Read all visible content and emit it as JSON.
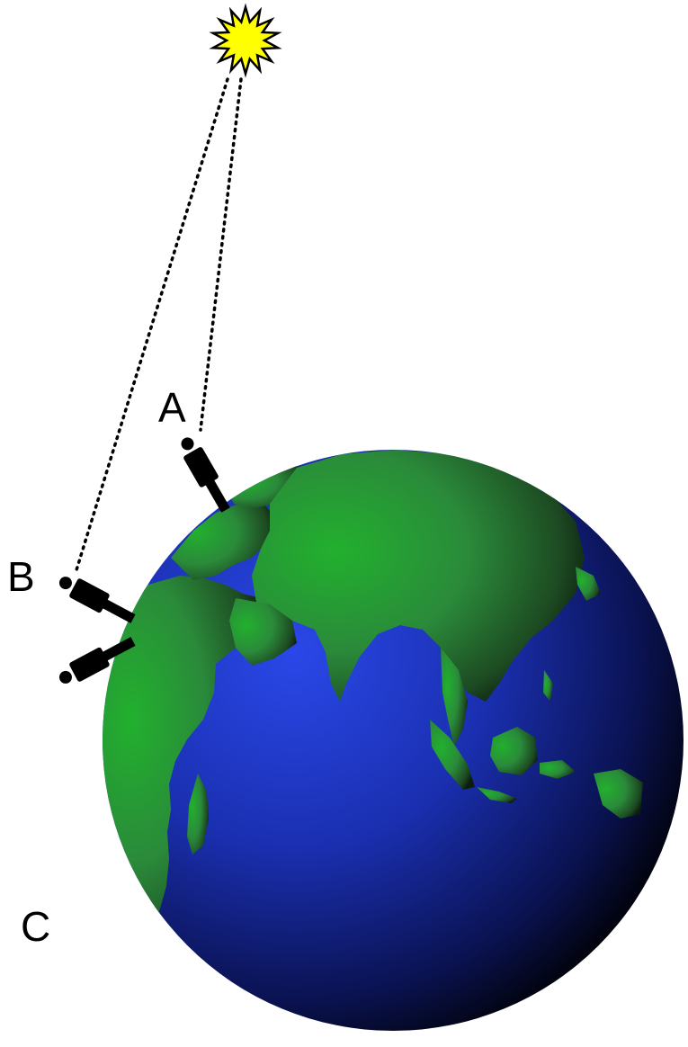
{
  "labels": {
    "a": "A",
    "b": "B",
    "c": "C"
  },
  "icons": {
    "sun": "sun-icon",
    "earth": "earth-globe",
    "person": "person-figure"
  },
  "colors": {
    "sun_fill": "#ffff00",
    "ocean_light": "#1a33cc",
    "ocean_dark": "#000000",
    "land": "#1f9a2a",
    "sight_line": "#000000",
    "person": "#000000"
  },
  "sight_lines": {
    "style": "dotted",
    "count": 2
  }
}
